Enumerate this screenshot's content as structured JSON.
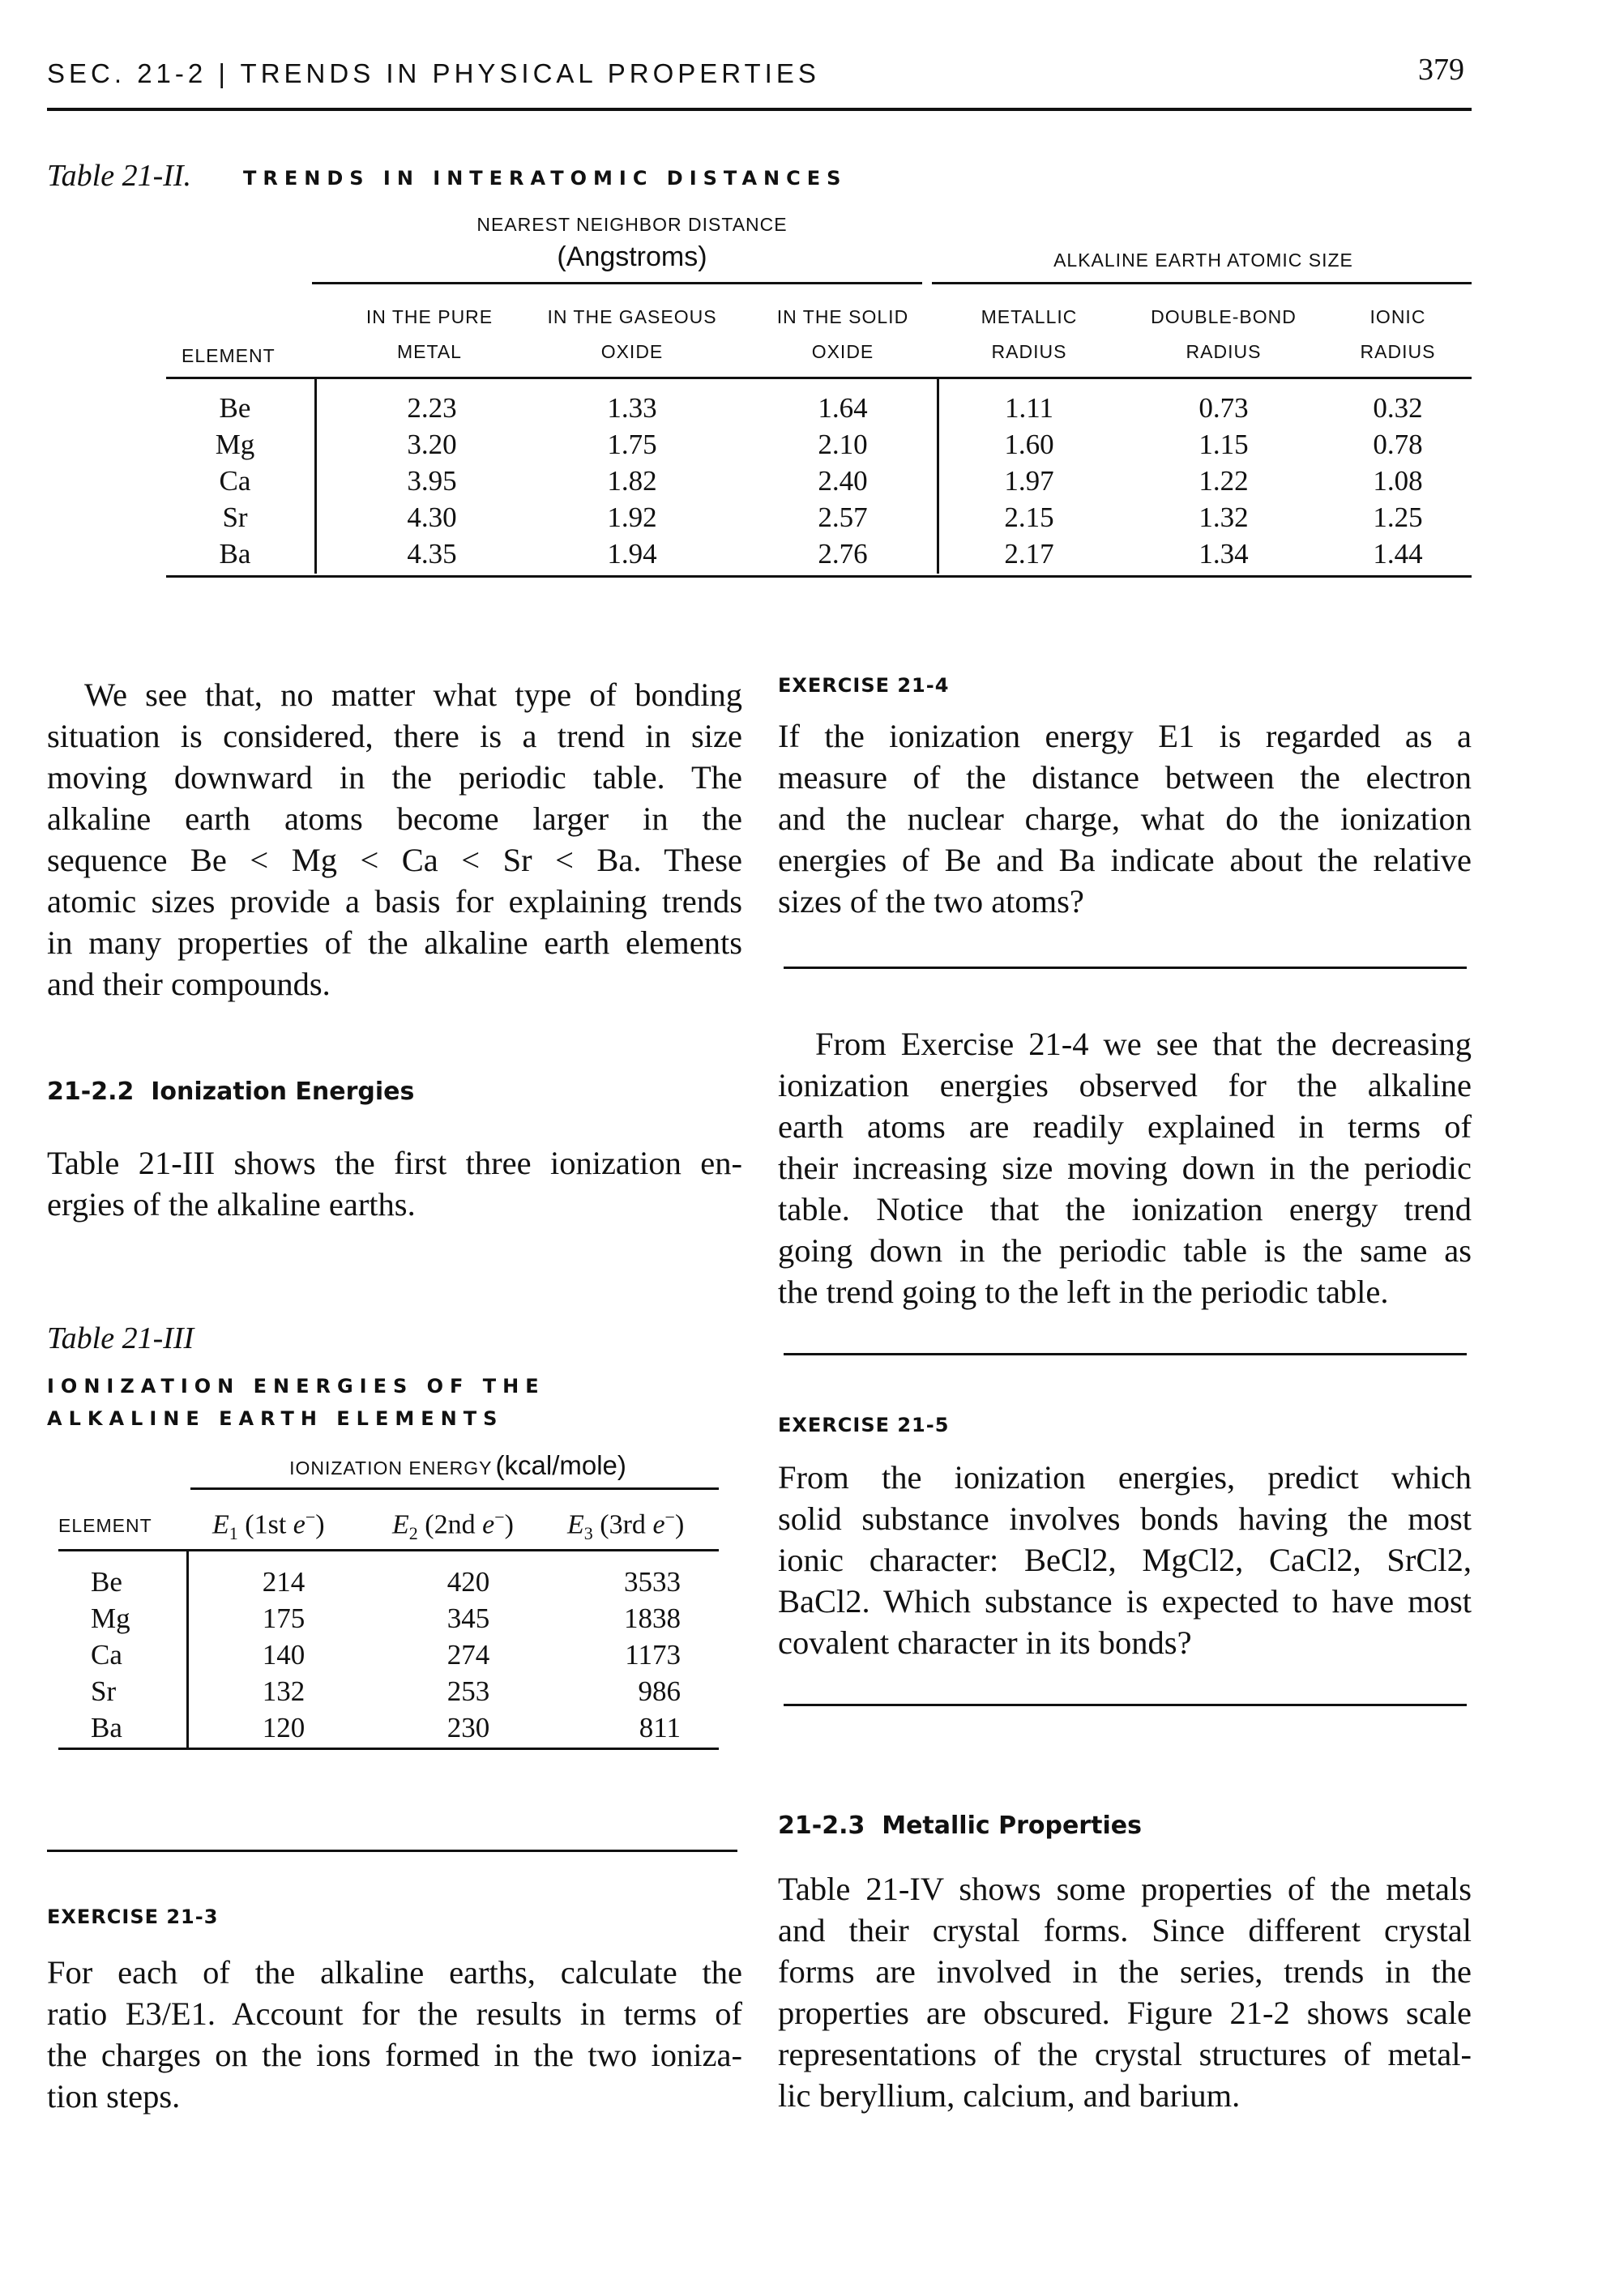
{
  "header": {
    "running_head": "SEC. 21-2 | TRENDS IN PHYSICAL PROPERTIES",
    "page_number": "379"
  },
  "table_21_2": {
    "caption": "Table 21-II.",
    "title": "TRENDS IN INTERATOMIC DISTANCES",
    "group1_title": "NEAREST NEIGHBOR DISTANCE",
    "group1_unit": "(Angstroms)",
    "group2_title": "ALKALINE EARTH ATOMIC SIZE",
    "col_element": "ELEMENT",
    "columns": [
      {
        "l1": "IN THE PURE",
        "l2": "METAL"
      },
      {
        "l1": "IN THE GASEOUS",
        "l2": "OXIDE"
      },
      {
        "l1": "IN THE SOLID",
        "l2": "OXIDE"
      },
      {
        "l1": "METALLIC",
        "l2": "RADIUS"
      },
      {
        "l1": "DOUBLE-BOND",
        "l2": "RADIUS"
      },
      {
        "l1": "IONIC",
        "l2": "RADIUS"
      }
    ],
    "rows": [
      {
        "el": "Be",
        "v": [
          "2.23",
          "1.33",
          "1.64",
          "1.11",
          "0.73",
          "0.32"
        ]
      },
      {
        "el": "Mg",
        "v": [
          "3.20",
          "1.75",
          "2.10",
          "1.60",
          "1.15",
          "0.78"
        ]
      },
      {
        "el": "Ca",
        "v": [
          "3.95",
          "1.82",
          "2.40",
          "1.97",
          "1.22",
          "1.08"
        ]
      },
      {
        "el": "Sr",
        "v": [
          "4.30",
          "1.92",
          "2.57",
          "2.15",
          "1.32",
          "1.25"
        ]
      },
      {
        "el": "Ba",
        "v": [
          "4.35",
          "1.94",
          "2.76",
          "2.17",
          "1.34",
          "1.44"
        ]
      }
    ]
  },
  "para_trend": [
    "We see that, no matter what type of bonding",
    "situation is considered, there is a trend in size",
    "moving downward in the periodic table. The",
    "alkaline earth atoms become larger in the",
    "sequence Be < Mg < Ca < Sr < Ba. These",
    "atomic sizes provide a basis for explaining trends",
    "in many properties of the alkaline earth elements",
    "and their compounds."
  ],
  "section_21_2_2": {
    "number": "21-2.2",
    "title": "Ionization Energies"
  },
  "para_ion_intro": [
    "Table 21-III shows the first three ionization en-",
    "ergies of the alkaline earths."
  ],
  "table_21_3": {
    "caption": "Table 21-III",
    "title_line1": "IONIZATION ENERGIES OF THE",
    "title_line2": "ALKALINE EARTH ELEMENTS",
    "group_title": "IONIZATION ENERGY",
    "group_unit": "(kcal/mole)",
    "col_element": "ELEMENT",
    "col_e1": {
      "sym": "E",
      "sub": "1",
      "text": " (1st ",
      "e": "e",
      "sup": "−",
      "close": ")"
    },
    "col_e2": {
      "sym": "E",
      "sub": "2",
      "text": " (2nd ",
      "e": "e",
      "sup": "−",
      "close": ")"
    },
    "col_e3": {
      "sym": "E",
      "sub": "3",
      "text": " (3rd ",
      "e": "e",
      "sup": "−",
      "close": ")"
    },
    "rows": [
      {
        "el": "Be",
        "v": [
          "214",
          "420",
          "3533"
        ]
      },
      {
        "el": "Mg",
        "v": [
          "175",
          "345",
          "1838"
        ]
      },
      {
        "el": "Ca",
        "v": [
          "140",
          "274",
          "1173"
        ]
      },
      {
        "el": "Sr",
        "v": [
          "132",
          "253",
          "986"
        ]
      },
      {
        "el": "Ba",
        "v": [
          "120",
          "230",
          "811"
        ]
      }
    ]
  },
  "exercise_21_3": {
    "label": "EXERCISE 21-3",
    "lines": [
      "For each of the alkaline earths, calculate the",
      "ratio E3/E1. Account for the results in terms of",
      "the charges on the ions formed in the two ioniza-",
      "tion steps."
    ]
  },
  "exercise_21_4": {
    "label": "EXERCISE 21-4",
    "lines": [
      "If the ionization energy E1 is regarded as a",
      "measure of the distance between the electron",
      "and the nuclear charge, what do the ionization",
      "energies of Be and Ba indicate about the relative",
      "sizes of the two atoms?"
    ]
  },
  "para_from_exercise": [
    "From Exercise 21-4 we see that the decreasing",
    "ionization energies observed for the alkaline",
    "earth atoms are readily explained in terms of",
    "their increasing size moving down in the periodic",
    "table. Notice that the ionization energy trend",
    "going down in the periodic table is the same as",
    "the trend going to the left in the periodic table."
  ],
  "exercise_21_5": {
    "label": "EXERCISE 21-5",
    "lines": [
      "From the ionization energies, predict which",
      "solid substance involves bonds having the most",
      "ionic character: BeCl2, MgCl2, CaCl2, SrCl2,",
      "BaCl2. Which substance is expected to have most",
      "covalent character in its bonds?"
    ]
  },
  "section_21_2_3": {
    "number": "21-2.3",
    "title": "Metallic Properties"
  },
  "para_metallic": [
    "Table 21-IV shows some properties of the metals",
    "and their crystal forms. Since different crystal",
    "forms are involved in the series, trends in the",
    "properties are obscured. Figure 21-2 shows scale",
    "representations of the crystal structures of metal-",
    "lic beryllium, calcium, and barium."
  ]
}
